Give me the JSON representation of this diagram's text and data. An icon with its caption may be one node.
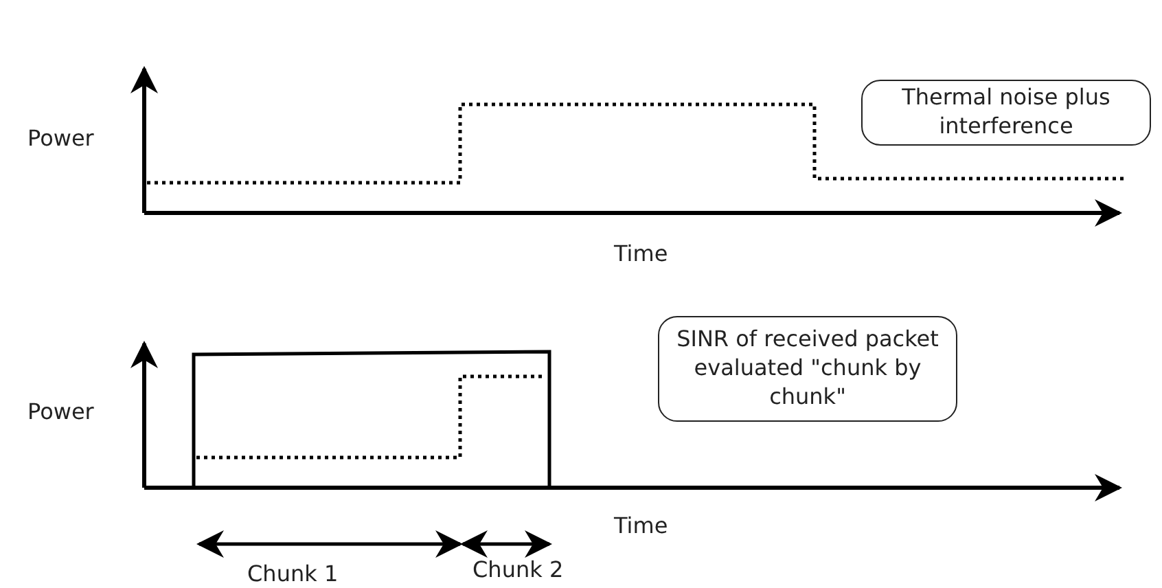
{
  "diagram": {
    "nodes": [
      {
        "text": [
          "Thermal noise plus interference"
        ]
      },
      {
        "text": [
          "SINR of received packet evaluated \"chunk by chunk\""
        ]
      }
    ],
    "labels": [
      "Power",
      "Time",
      "Power",
      "Time",
      "Chunk 1",
      "Chunk 2"
    ]
  }
}
